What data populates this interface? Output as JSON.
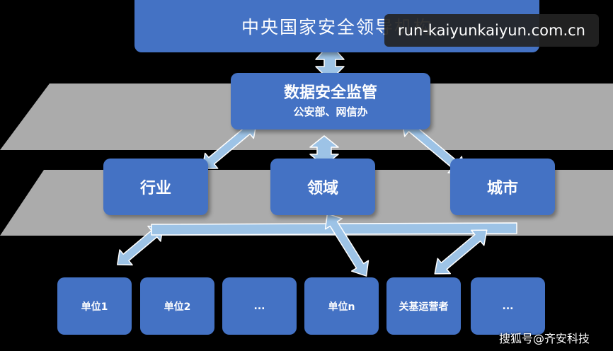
{
  "top": {
    "title": "中央国家安全领导机构"
  },
  "regulator": {
    "title": "数据安全监管",
    "subtitle": "公安部、网信办"
  },
  "middle": [
    {
      "label": "行业"
    },
    {
      "label": "领域"
    },
    {
      "label": "城市"
    }
  ],
  "units": [
    {
      "label": "单位1"
    },
    {
      "label": "单位2"
    },
    {
      "label": "..."
    },
    {
      "label": "单位n"
    },
    {
      "label": "关基运营者"
    },
    {
      "label": "..."
    }
  ],
  "overlay": {
    "url": "run-kaiyunkaiyun.com.cn",
    "credit": "搜狐号@齐安科技"
  },
  "colors": {
    "box": "#4472C4",
    "arrow": "#9DC3E6",
    "plane": "#ABABAB",
    "background": "#000000"
  }
}
